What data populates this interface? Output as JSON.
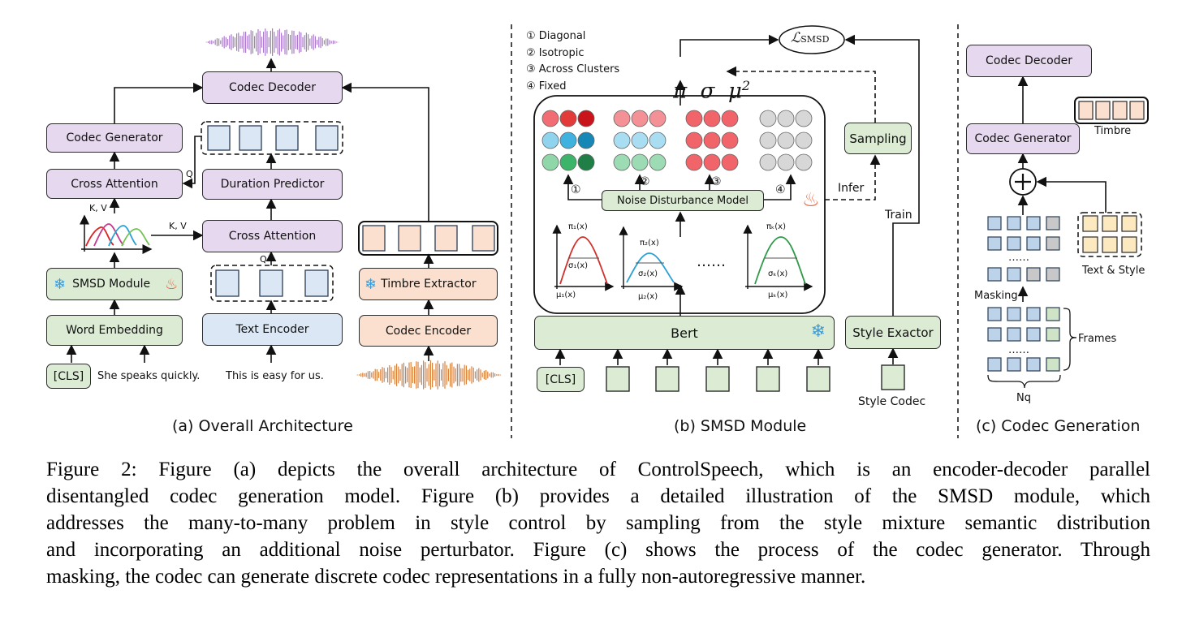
{
  "a": {
    "codec_decoder": "Codec Decoder",
    "codec_generator": "Codec Generator",
    "cross_attention_left": "Cross Attention",
    "duration_predictor": "Duration Predictor",
    "cross_attention_mid": "Cross Attention",
    "smsd_module": "SMSD Module",
    "word_embedding": "Word Embedding",
    "text_encoder": "Text Encoder",
    "timbre_extractor": "Timbre Extractor",
    "codec_encoder": "Codec Encoder",
    "cls": "[CLS]",
    "sentence": "She speaks quickly.",
    "text_input": "This is easy for us.",
    "q1": "Q",
    "q2": "Q",
    "kv1": "K, V",
    "kv2": "K, V",
    "title": "(a) Overall Architecture"
  },
  "b": {
    "legend": [
      "① Diagonal",
      "② Isotropic",
      "③ Across Clusters",
      "④ Fixed"
    ],
    "loss": "ℒ",
    "loss_sub": "SMSD",
    "params": "π  σ  μ",
    "params_sup": "2",
    "sampling": "Sampling",
    "infer": "Infer",
    "train": "Train",
    "noise_model": "Noise Disturbance Model",
    "n1": "①",
    "n2": "②",
    "n3": "③",
    "n4": "④",
    "dots": "……",
    "pi1": "π₁(x)",
    "sig1": "σ₁(x)",
    "mu1": "μ₁(x)",
    "pi2": "π₂(x)",
    "sig2": "σ₂(x)",
    "mu2": "μ₂(x)",
    "pik": "πₖ(x)",
    "sigk": "σₖ(x)",
    "muk": "μₖ(x)",
    "bert": "Bert",
    "style_extractor": "Style Exactor",
    "cls": "[CLS]",
    "style_codec": "Style Codec",
    "title": "(b) SMSD Module"
  },
  "c": {
    "codec_decoder": "Codec Decoder",
    "codec_generator": "Codec Generator",
    "timbre": "Timbre",
    "text_style": "Text & Style",
    "masking": "Masking",
    "frames": "Frames",
    "nq": "Nq",
    "dots1": "……",
    "dots2": "……",
    "title": "(c) Codec Generation"
  },
  "caption": [
    "Figure 2:  Figure (a) depicts the overall architecture of ControlSpeech, which is an encoder-decoder parallel",
    "disentangled codec generation model.  Figure (b) provides a detailed illustration of the SMSD module, which",
    "addresses the many-to-many problem in style control by sampling from the style mixture semantic distribution",
    "and incorporating an additional noise perturbator. Figure (c) shows the process of the codec generator. Through",
    "masking, the codec can generate discrete codec representations in a fully non-autoregressive manner."
  ],
  "colors": {
    "purple": "#e6d9ef",
    "green": "#dcebd4",
    "blue": "#dbe7f4",
    "orange": "#fbe0cf",
    "fire": "#f0623a",
    "snow": "#3a9bd9"
  }
}
